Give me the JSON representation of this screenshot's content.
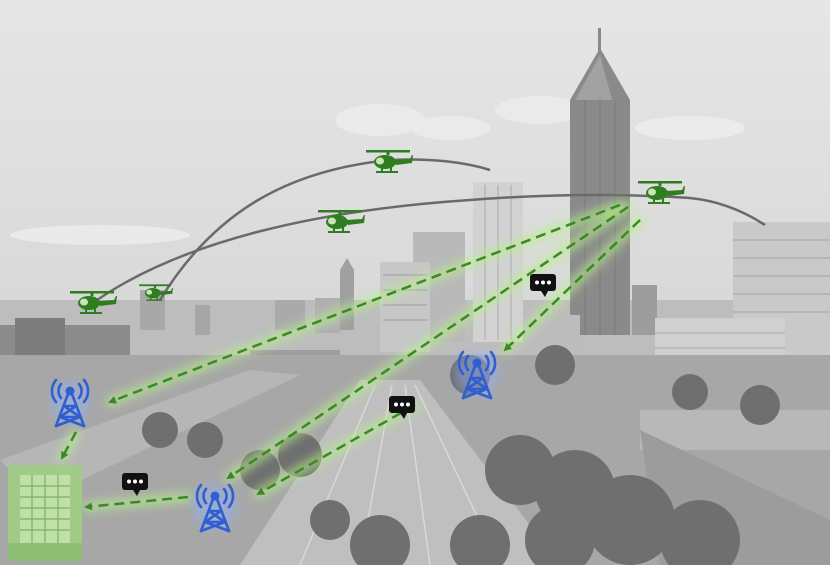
{
  "scene": {
    "background": "grayscale-city-skyline-with-highway",
    "colors": {
      "sky_top": "#e4e4e4",
      "sky_bottom": "#cfcfcf",
      "building_light": "#c2c2c2",
      "building_mid": "#9a9a9a",
      "building_dark": "#6e6e6e",
      "road": "#b4b4b4",
      "trees": "#777777",
      "flight_path": "#6a6a6a",
      "drone": "#2e7d1e",
      "tower": "#2f5fd0",
      "tower_glow": "#8fb0ff",
      "link_dash": "#3a8a22",
      "link_glow": "#b6f08a",
      "message_bubble": "#111111",
      "destination_building": "#9fce84"
    }
  },
  "icons": {
    "drone": "helicopter-drone-icon",
    "tower": "cell-tower-icon",
    "message": "chat-bubble-icon",
    "destination": "office-building-icon"
  },
  "drones": [
    {
      "id": "drone-1"
    },
    {
      "id": "drone-2"
    },
    {
      "id": "drone-3"
    },
    {
      "id": "drone-4"
    },
    {
      "id": "drone-5"
    }
  ],
  "towers": [
    {
      "id": "tower-left"
    },
    {
      "id": "tower-center"
    },
    {
      "id": "tower-bottom"
    }
  ],
  "messages": [
    {
      "id": "message-1"
    },
    {
      "id": "message-2"
    },
    {
      "id": "message-3"
    }
  ]
}
